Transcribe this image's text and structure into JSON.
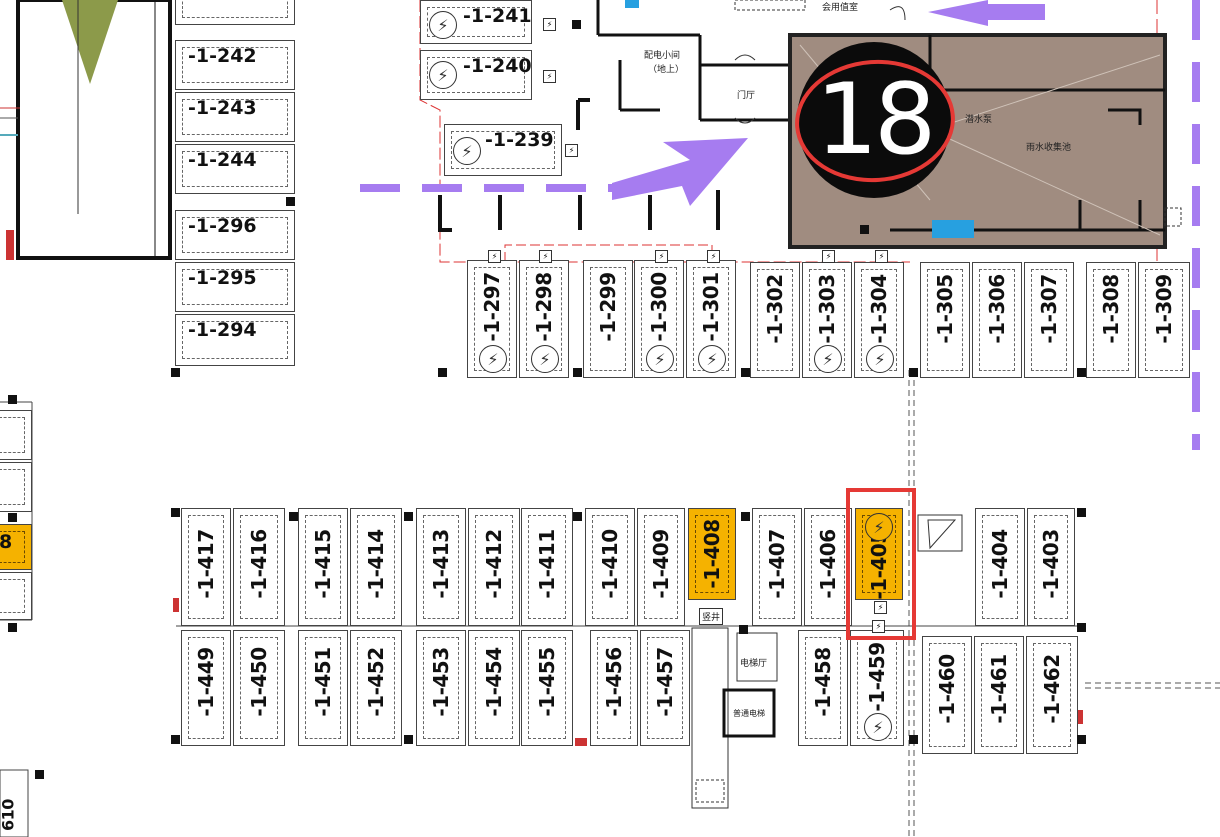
{
  "top_right_label": "会用值室",
  "marker": {
    "number": "18"
  },
  "rooms": {
    "distribution": "配电小间",
    "distribution_sub": "（地上）",
    "lobby": "门厅",
    "water_sump": "潜水泵",
    "rainwater": "雨水收集池",
    "elevator_hall": "电梯厅",
    "shaft": "竖井",
    "elevator": "普通电梯",
    "partial_left": "8",
    "partial_bottom_left": "610"
  },
  "slots": {
    "s241": "-1-241",
    "s240": "-1-240",
    "s239": "-1-239",
    "s242": "-1-242",
    "s243": "-1-243",
    "s244": "-1-244",
    "s296": "-1-296",
    "s295": "-1-295",
    "s294": "-1-294",
    "s297": "-1-297",
    "s298": "-1-298",
    "s299": "-1-299",
    "s300": "-1-300",
    "s301": "-1-301",
    "s302": "-1-302",
    "s303": "-1-303",
    "s304": "-1-304",
    "s305": "-1-305",
    "s306": "-1-306",
    "s307": "-1-307",
    "s308": "-1-308",
    "s309": "-1-309",
    "s417": "-1-417",
    "s416": "-1-416",
    "s415": "-1-415",
    "s414": "-1-414",
    "s413": "-1-413",
    "s412": "-1-412",
    "s411": "-1-411",
    "s410": "-1-410",
    "s409": "-1-409",
    "s408": "-1-408",
    "s407": "-1-407",
    "s406": "-1-406",
    "s405": "-1-405",
    "s404": "-1-404",
    "s403": "-1-403",
    "s449": "-1-449",
    "s450": "-1-450",
    "s451": "-1-451",
    "s452": "-1-452",
    "s453": "-1-453",
    "s454": "-1-454",
    "s455": "-1-455",
    "s456": "-1-456",
    "s457": "-1-457",
    "s458": "-1-458",
    "s459": "-1-459",
    "s460": "-1-460",
    "s461": "-1-461",
    "s462": "-1-462"
  },
  "colors": {
    "highlight_fill": "#f5b200",
    "highlight_border": "#e53935",
    "route_arrow": "#a67cf0",
    "room_fill": "#a08c80",
    "marker_ring": "#e53935"
  }
}
